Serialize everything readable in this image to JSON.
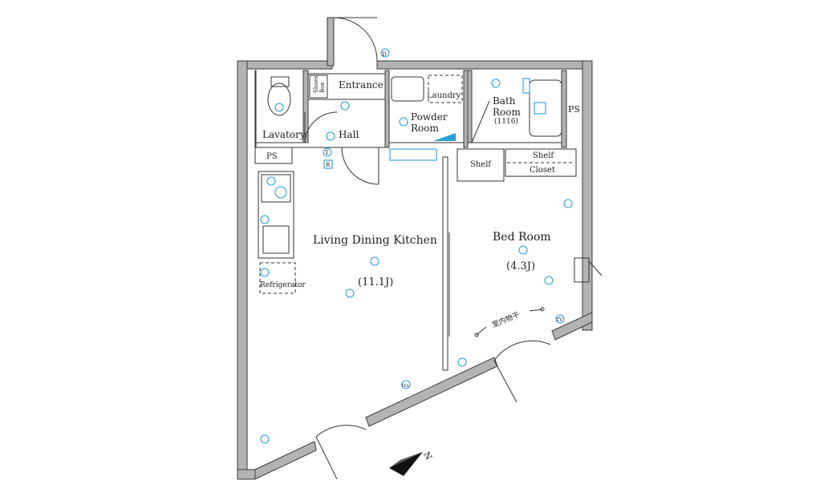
{
  "rooms": {
    "entrance": "Entrance",
    "shoes_box": "Shoes\nBox",
    "laundry": "Laundry",
    "bath_room": "Bath\nRoom",
    "bath_size": "(1116)",
    "ps_right": "PS",
    "lavatory": "Lavatory",
    "hall": "Hall",
    "powder_room": "Powder\nRoom",
    "ps_left": "PS",
    "shelf": "Shelf",
    "shelf_closet": "Shelf",
    "closet": "Closet",
    "ldk": "Living Dining Kitchen",
    "ldk_size": "(11.1J)",
    "bed_room": "Bed Room",
    "bed_size": "(4.3J)",
    "refrigerator": "Refrigerator",
    "indoor_drying": "室内物干"
  },
  "symbols": {
    "doorbell": "D",
    "fan_t": "T",
    "receiver": "R",
    "tv": "TV",
    "phone": "TEL",
    "compass_n": "N"
  },
  "colors": {
    "wall_fill": "#b3b3b3",
    "wall_stroke": "#3a3a3a",
    "equipment": "#2a9fd6"
  },
  "icons": [
    "compass-icon",
    "outlet-icon",
    "light-icon",
    "door-swing-icon"
  ]
}
